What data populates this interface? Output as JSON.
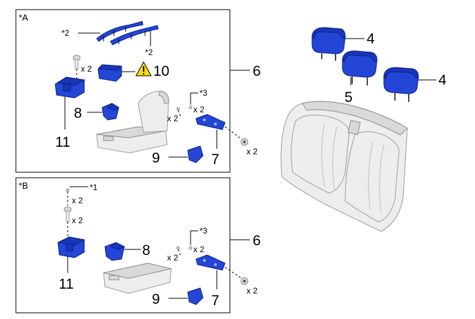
{
  "panels": [
    {
      "id": "A",
      "label": "*A"
    },
    {
      "id": "B",
      "label": "*B"
    }
  ],
  "callouts": {
    "n4": "4",
    "n5": "5",
    "n6": "6",
    "n7": "7",
    "n8": "8",
    "n9": "9",
    "n10": "10",
    "n11": "11"
  },
  "notes": {
    "n1": "*1",
    "n2": "*2",
    "n3": "*3"
  },
  "qty": {
    "x2": "x 2"
  },
  "colors": {
    "part_blue": "#2346d6",
    "warning_yellow": "#f5d90a"
  },
  "icons": [
    "warning-icon"
  ]
}
